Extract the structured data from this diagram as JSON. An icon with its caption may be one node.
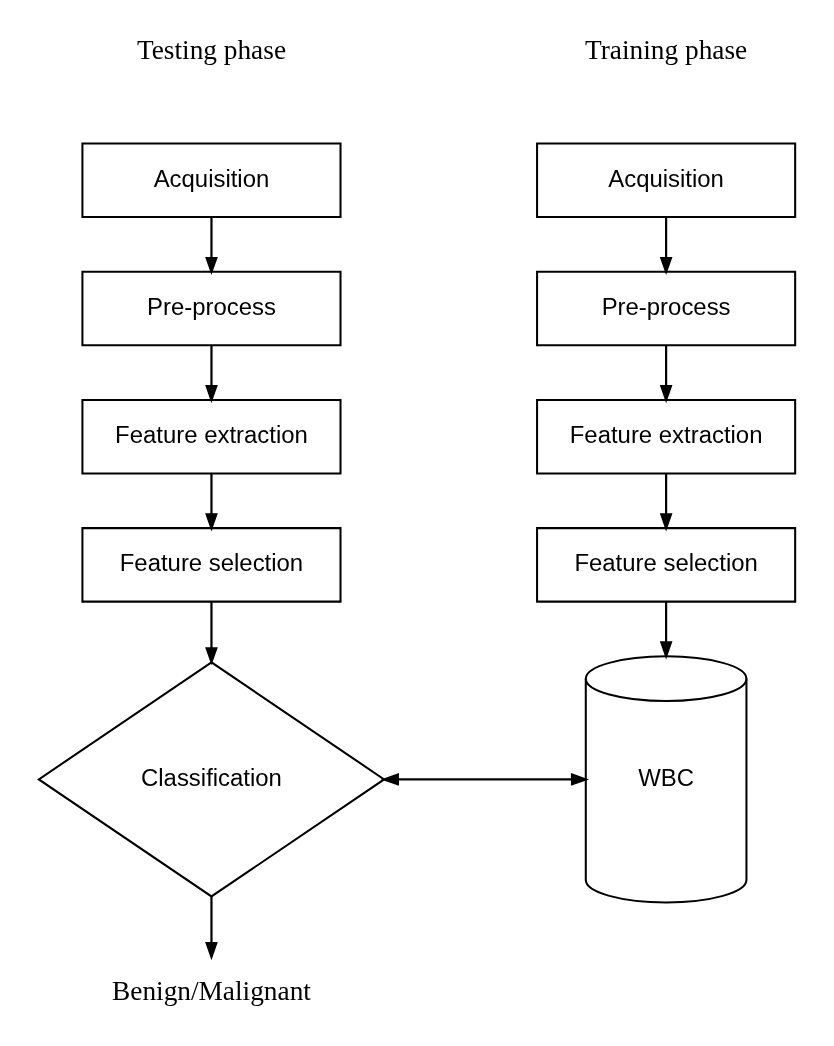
{
  "diagram": {
    "nodes": [
      {
        "text": [
          "Acquisition"
        ]
      },
      {
        "text": [
          "Pre-process"
        ]
      },
      {
        "text": [
          "Feature extraction"
        ]
      },
      {
        "text": [
          "Feature selection"
        ]
      },
      {
        "text": [
          "WBC"
        ]
      },
      {
        "text": [
          "Acquisition"
        ]
      },
      {
        "text": [
          "Pre-process"
        ]
      },
      {
        "text": [
          "Feature extraction"
        ]
      },
      {
        "text": [
          "Feature selection"
        ]
      },
      {
        "text": [
          "Classification"
        ]
      },
      {
        "text": [
          "Benign/Malignant"
        ]
      }
    ],
    "edges": [
      {
        "from": 0,
        "to": 1,
        "arrow": "to"
      },
      {
        "from": 1,
        "to": 2,
        "arrow": "to"
      },
      {
        "from": 2,
        "to": 3,
        "arrow": "to"
      },
      {
        "from": 3,
        "to": 4,
        "arrow": "to"
      },
      {
        "from": 5,
        "to": 6,
        "arrow": "to"
      },
      {
        "from": 6,
        "to": 7,
        "arrow": "to"
      },
      {
        "from": 7,
        "to": 8,
        "arrow": "to"
      },
      {
        "from": 8,
        "to": 9,
        "arrow": "to"
      },
      {
        "from": 4,
        "to": 9,
        "arrow": "both"
      },
      {
        "from": 9,
        "to": 10,
        "arrow": "to"
      }
    ],
    "labels": [
      "Training phase",
      "Testing phase"
    ]
  }
}
